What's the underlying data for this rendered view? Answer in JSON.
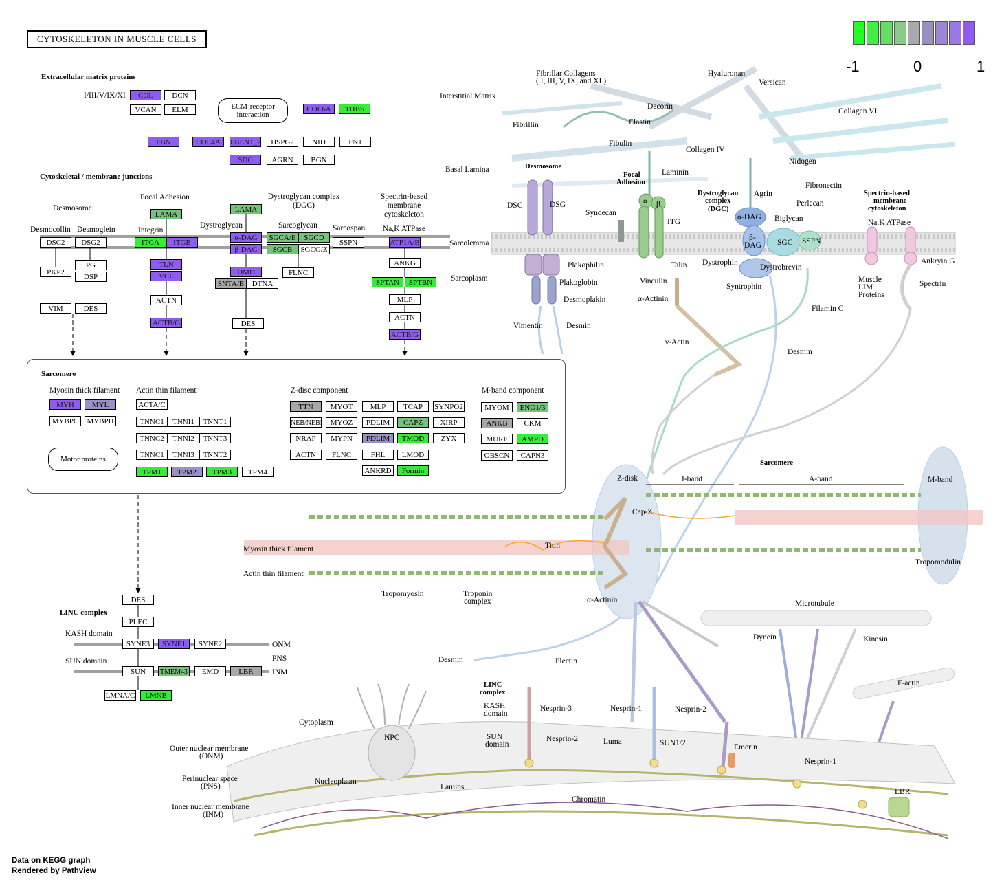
{
  "title": "CYTOSKELETON IN MUSCLE CELLS",
  "legend": {
    "colors": [
      "#22ff22",
      "#44ee44",
      "#66dd66",
      "#88cc88",
      "#aaaaaa",
      "#9a8fc0",
      "#9c85d8",
      "#9a78e8",
      "#8e5cf0"
    ],
    "min_label": "-1",
    "mid_label": "0",
    "max_label": "1"
  },
  "sections": {
    "ecm": "Extracellular matrix proteins",
    "junctions": "Cytoskeletal / membrane junctions",
    "sarcomere": "Sarcomere",
    "linc": "LINC complex"
  },
  "labels": {
    "collagen_types": "I/III/V/IX/XI",
    "ecm_receptor": "ECM-receptor interaction",
    "desmosome": "Desmosome",
    "focal_adhesion": "Focal Adhesion",
    "dgc": "Dystroglycan complex (DGC)",
    "spectrin": "Spectrin-based membrane cytoskeleton",
    "desmocollin": "Desmocollin",
    "desmoglein": "Desmoglein",
    "integrin": "Integrin",
    "dystroglycan": "Dystroglycan",
    "sarcoglycan": "Sarcoglycan",
    "sarcospan": "Sarcospan",
    "nak": "Na,K ATPase",
    "myosin_thick": "Myosin thick filament",
    "actin_thin": "Actin thin filament",
    "zdisc": "Z-disc component",
    "mband": "M-band component",
    "motor": "Motor proteins",
    "kash": "KASH domain",
    "sun": "SUN domain",
    "onm": "ONM",
    "pns": "PNS",
    "inm": "INM"
  },
  "genes": {
    "COL": "COL",
    "DCN": "DCN",
    "VCAN": "VCAN",
    "ELM": "ELM",
    "COL6A": "COL6A",
    "THBS": "THBS",
    "FBN": "FBN",
    "COL4A": "COL4A",
    "FBLN1_2": "FBLN1_2",
    "HSPG2": "HSPG2",
    "NID": "NID",
    "FN1": "FN1",
    "SDC": "SDC",
    "AGRN": "AGRN",
    "BGN": "BGN",
    "LAMA1": "LAMA",
    "LAMA2": "LAMA",
    "DSC2": "DSC2",
    "DSG2": "DSG2",
    "ITGA": "ITGA",
    "ITGB": "ITGB",
    "aDAG": "α-DAG",
    "bDAG": "β-DAG",
    "SGCAE": "SGCA/E",
    "SGCD": "SGCD",
    "SGCB": "SGCB",
    "SGCGZ": "SGCG/Z",
    "SSPN": "SSPN",
    "ATP1AB": "ATP1A/B",
    "PKP2": "PKP2",
    "PG": "PG",
    "DSP": "DSP",
    "TLN": "TLN",
    "VCL": "VCL",
    "DMD": "DMD",
    "SNTAB": "SNTA/B",
    "DTNA": "DTNA",
    "FLNC": "FLNC",
    "ANKG": "ANKG",
    "SPTAN": "SPTAN",
    "SPTBN": "SPTBN",
    "MLP": "MLP",
    "ACTN1": "ACTN",
    "ACTN2": "ACTN",
    "VIM": "VIM",
    "DES1": "DES",
    "DES2": "DES",
    "ACTBG1": "ACTB/G",
    "ACTBG2": "ACTB/G",
    "MYH": "MYH",
    "MYL": "MYL",
    "MYBPC": "MYBPC",
    "MYBPH": "MYBPH",
    "ACTAC": "ACTA/C",
    "TNNC1a": "TNNC1",
    "TNNI1": "TNNI1",
    "TNNT1": "TNNT1",
    "TNNC2": "TNNC2",
    "TNNI2": "TNNI2",
    "TNNT3": "TNNT3",
    "TNNC1b": "TNNC1",
    "TNNI3": "TNNI3",
    "TNNT2": "TNNT2",
    "TPM1": "TPM1",
    "TPM2": "TPM2",
    "TPM3": "TPM3",
    "TPM4": "TPM4",
    "TTN": "TTN",
    "MYOT": "MYOT",
    "MLP2": "MLP",
    "TCAP": "TCAP",
    "SYNPO2": "SYNPO2",
    "NEB": "NEB/NEBL",
    "MYOZ": "MYOZ",
    "PDLIM1": "PDLIM",
    "CAPZ": "CAPZ",
    "XIRP": "XIRP",
    "NRAP": "NRAP",
    "MYPN": "MYPN",
    "PDLIM2": "PDLIM",
    "TMOD": "TMOD",
    "ZYX": "ZYX",
    "ACTN3": "ACTN",
    "FLNC2": "FLNC",
    "FHL": "FHL",
    "LMOD": "LMOD",
    "ANKRD": "ANKRD",
    "Formin": "Formin",
    "MYOM": "MYOM",
    "ENO13": "ENO1/3",
    "ANKB": "ANKB",
    "CKM": "CKM",
    "MURF": "MURF",
    "AMPD": "AMPD",
    "OBSCN": "OBSCN",
    "CAPN3": "CAPN3",
    "DES3": "DES",
    "PLEC": "PLEC",
    "SYNE3": "SYNE3",
    "SYNE1": "SYNE1",
    "SYNE2": "SYNE2",
    "SUN": "SUN",
    "TMEM43": "TMEM43",
    "EMD": "EMD",
    "LBR": "LBR",
    "LMNAC": "LMNA/C",
    "LMNB": "LMNB"
  },
  "illustration": {
    "interstitial": "Interstitial Matrix",
    "basal": "Basal Lamina",
    "sarcolemma": "Sarcolemma",
    "sarcoplasm": "Sarcoplasm",
    "fib_collagens": "Fibrillar Collagens",
    "fib_collagens2": "( I, III, V, IX, and XI )",
    "hyaluronan": "Hyaluronan",
    "versican": "Versican",
    "decorin": "Decorin",
    "elastin": "Elastin",
    "collagen6": "Collagen VI",
    "fibrillin": "Fibrillin",
    "fibulin": "Fibulin",
    "collagen4": "Collagen IV",
    "nidogen": "Nidogen",
    "laminin": "Laminin",
    "fibronectin": "Fibronectin",
    "agrin": "Agrin",
    "perlecan": "Perlecan",
    "biglycan": "Biglycan",
    "desmosome": "Desmosome",
    "focal": "Focal",
    "adhesion": "Adhesion",
    "dgc1": "Dystroglycan",
    "dgc2": "complex",
    "dgc3": "(DGC)",
    "spec1": "Spectrin-based",
    "spec2": "membrane",
    "spec3": "cytoskeleton",
    "dsc": "DSC",
    "dsg": "DSG",
    "syndecan": "Syndecan",
    "alpha": "α",
    "beta": "β",
    "itg": "ITG",
    "adag": "α-DAG",
    "bdag1": "β-",
    "bdag2": "DAG",
    "sgc": "SGC",
    "sspn": "SSPN",
    "nak": "Na,K ATPase",
    "plakophilin": "Plakophilin",
    "plakoglobin": "Plakoglobin",
    "desmoplakin": "Desmoplakin",
    "talin": "Talin",
    "vinculin": "Vinculin",
    "aactinin": "α-Actinin",
    "dystrophin": "Dystrophin",
    "dystrobrevin": "Dystrobrevin",
    "syntrophin": "Syntrophin",
    "ankyrin": "Ankryin G",
    "muscle_lim1": "Muscle",
    "muscle_lim2": "LIM",
    "muscle_lim3": "Proteins",
    "spectrin": "Spectrin",
    "vimentin": "Vimentin",
    "desmin": "Desmin",
    "gactin": "γ-Actin",
    "filaminc": "Filamin C",
    "desmin2": "Desmin",
    "sarcomere": "Sarcomere",
    "zdisk": "Z-disk",
    "iband": "I-band",
    "aband": "A-band",
    "mband": "M-band",
    "capz": "Cap-Z",
    "titin": "Titin",
    "myosin": "Myosin thick filament",
    "actin": "Actin thin filament",
    "tropomyosin": "Tropomyosin",
    "troponin1": "Troponin",
    "troponin2": "complex",
    "aactinin2": "α-Actinin",
    "tropomodulin": "Tropomodulin",
    "microtubule": "Microtubule",
    "dynein": "Dynein",
    "kinesin": "Kinesin",
    "factin": "F-actin",
    "desmin3": "Desmin",
    "plectin": "Plectin",
    "linc1": "LINC",
    "linc2": "complex",
    "kash1": "KASH",
    "kash2": "domain",
    "nesprin3": "Nesprin-3",
    "nesprin1": "Nesprin-1",
    "nesprin2": "Nesprin-2",
    "cytoplasm": "Cytoplasm",
    "npc": "NPC",
    "onm1": "Outer nuclear membrane",
    "onm2": "(ONM)",
    "pns1": "Perinuclear space",
    "pns2": "(PNS)",
    "inm1": "Inner nuclear membrane",
    "inm2": "(INM)",
    "nucleoplasm": "Nucleoplasm",
    "lamins": "Lamins",
    "chromatin": "Chromatin",
    "sun1": "SUN",
    "sun2": "domain",
    "nesprin2b": "Nesprin-2",
    "luma": "Luma",
    "sun12": "SUN1/2",
    "emerin": "Emerin",
    "nesprin1b": "Nesprin-1",
    "lbr": "LBR"
  },
  "footer": {
    "line1": "Data on KEGG graph",
    "line2": "Rendered by Pathview"
  }
}
